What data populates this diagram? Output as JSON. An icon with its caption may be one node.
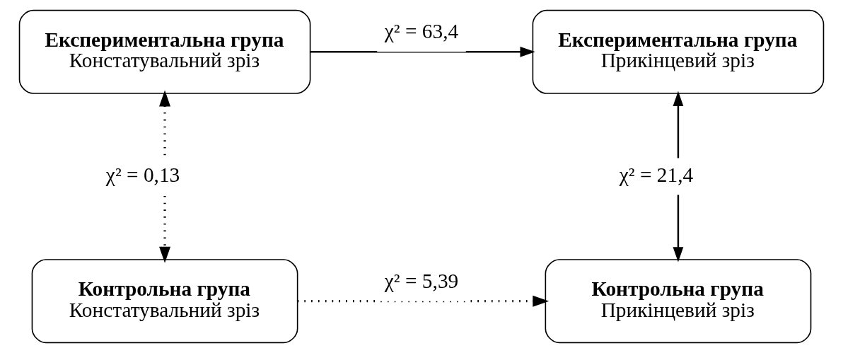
{
  "diagram": {
    "nodes": [
      {
        "text": [
          "Експериментальна група",
          "Констатувальний зріз"
        ]
      },
      {
        "text": [
          "Експериментальна група",
          "Прикінцевий зріз"
        ]
      },
      {
        "text": [
          "Контрольна група",
          "Констатувальний зріз"
        ]
      },
      {
        "text": [
          "Контрольна група",
          "Прикінцевий зріз"
        ]
      }
    ],
    "edges": [
      {
        "from": 0,
        "to": 1,
        "arrow": "to",
        "label": "χ² = 63,4"
      },
      {
        "from": 0,
        "to": 2,
        "arrow": "both",
        "label": "χ² = 0,13",
        "style": "dashed"
      },
      {
        "from": 1,
        "to": 3,
        "arrow": "both",
        "label": "χ² = 21,4"
      },
      {
        "from": 2,
        "to": 3,
        "arrow": "to",
        "label": "χ² = 5,39",
        "style": "dashed"
      }
    ]
  }
}
